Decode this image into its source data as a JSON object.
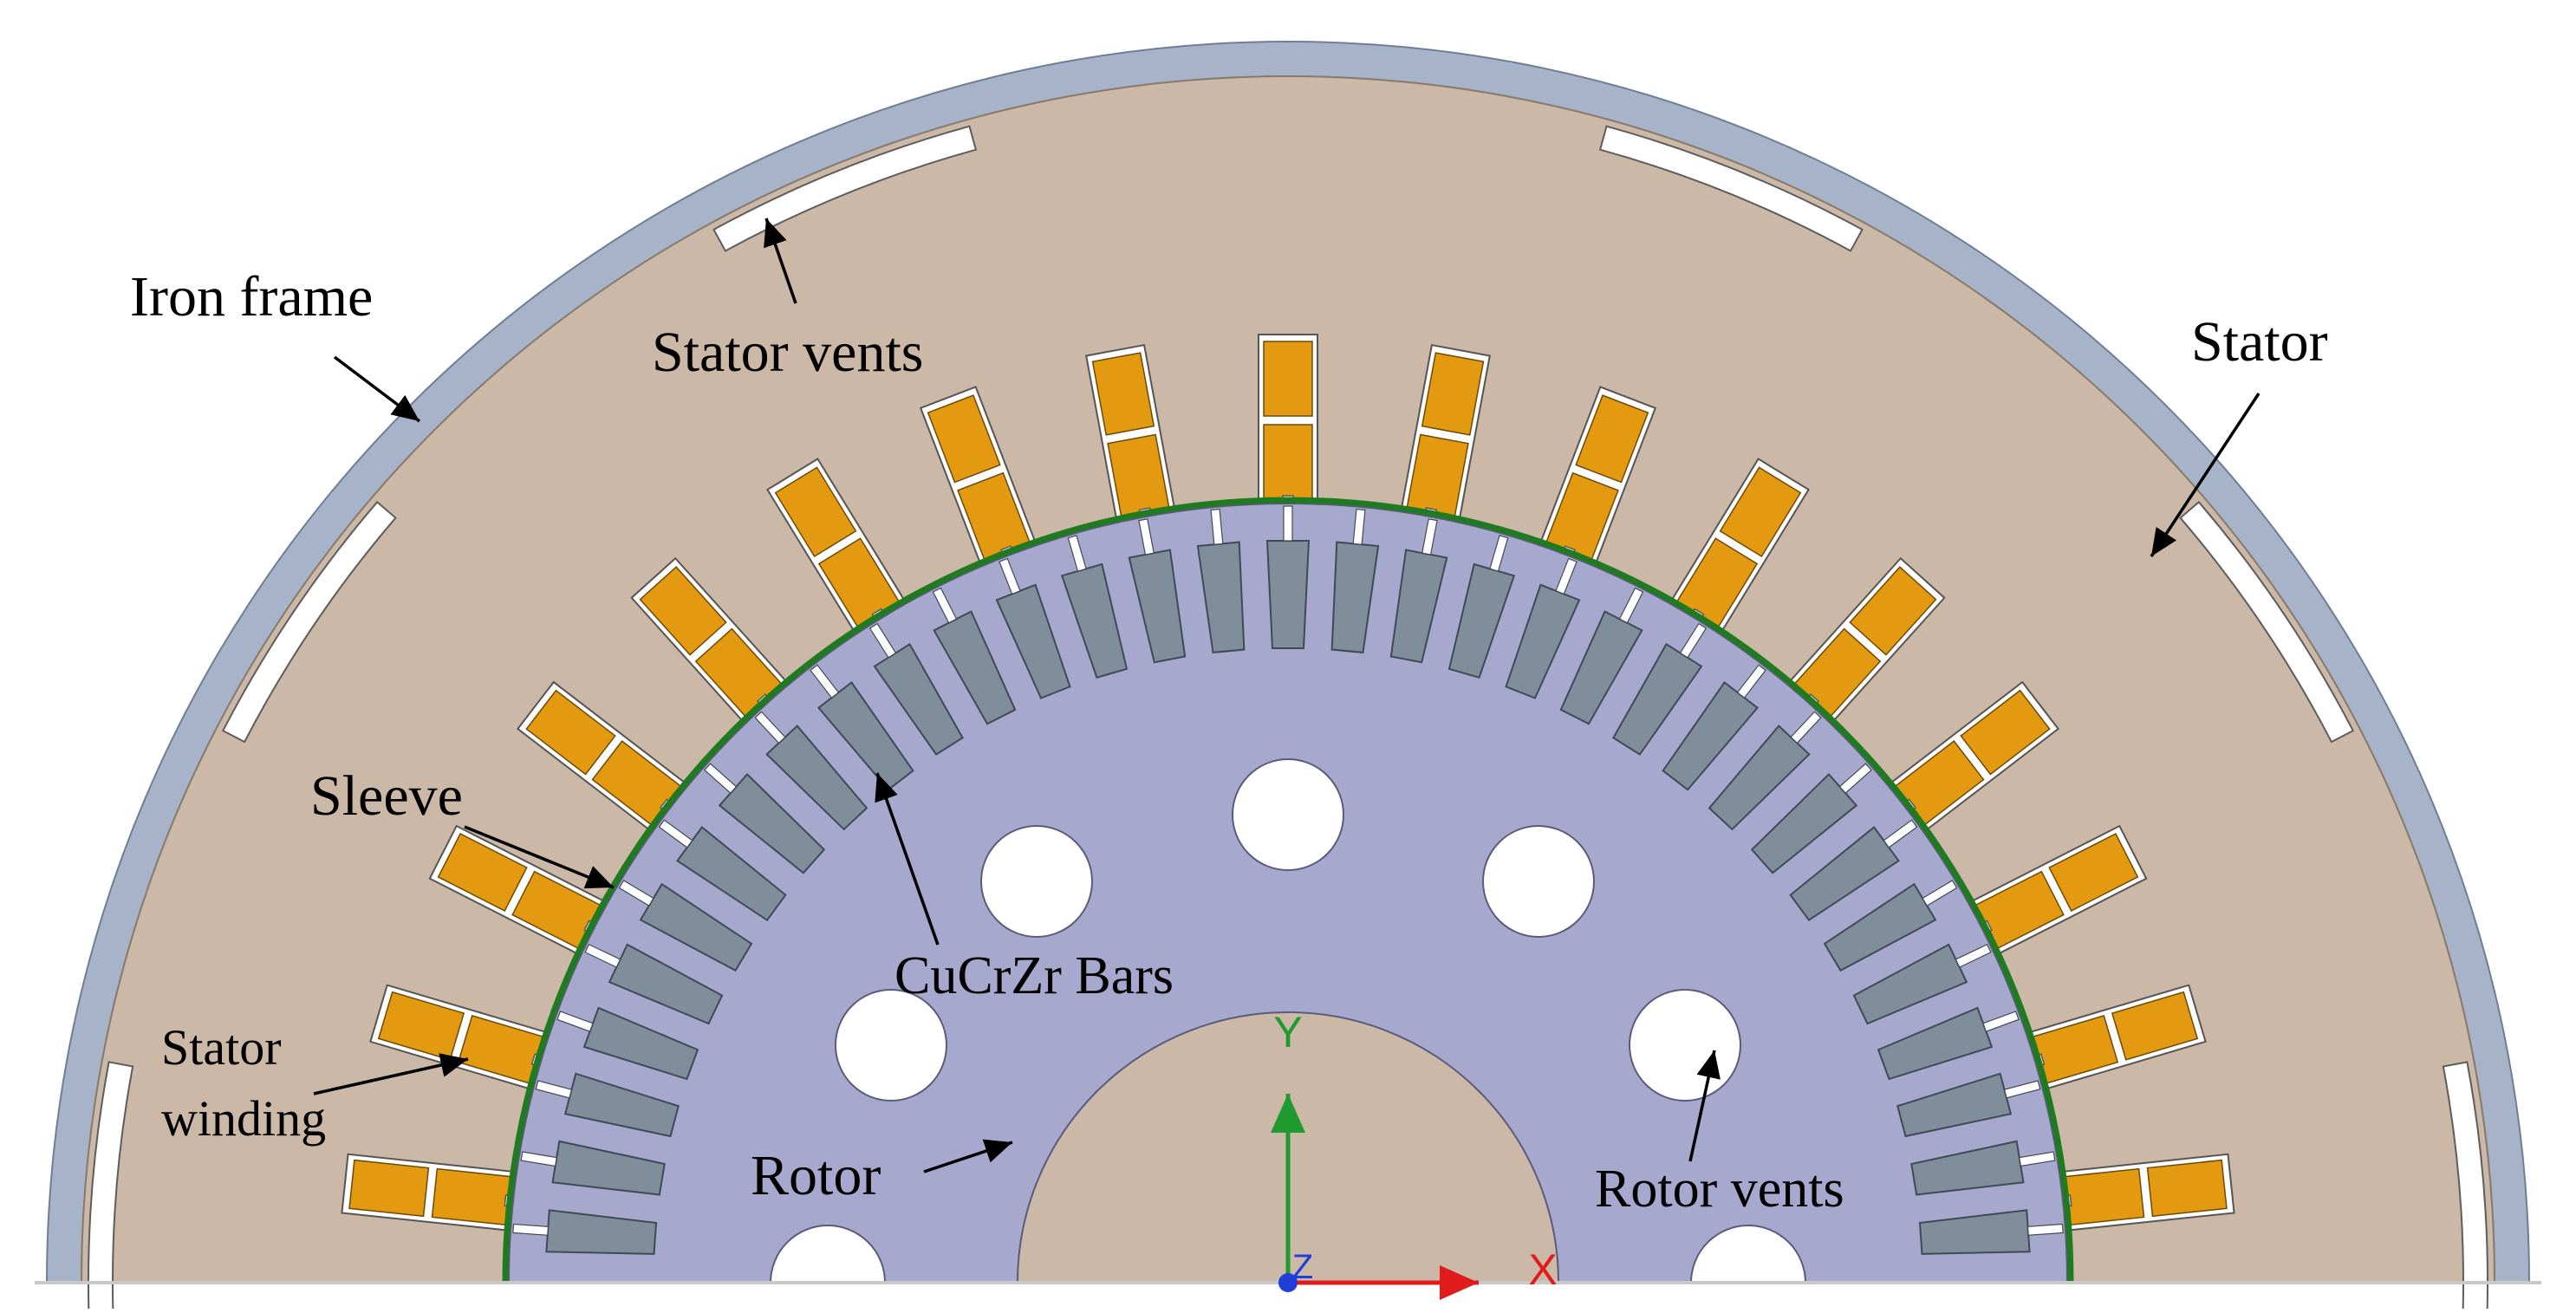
{
  "labels": {
    "iron_frame": "Iron frame",
    "stator_vents": "Stator vents",
    "stator": "Stator",
    "sleeve": "Sleeve",
    "cucrzr_bars": "CuCrZr Bars",
    "stator_winding_line1": "Stator",
    "stator_winding_line2": "winding",
    "rotor": "Rotor",
    "rotor_vents": "Rotor vents"
  },
  "axes": {
    "x": "X",
    "y": "Y",
    "z": "Z"
  },
  "components": {
    "stator_slot_count": 17,
    "rotor_bar_count": 33,
    "stator_vent_count": 6,
    "rotor_vent_count": 7
  },
  "colors": {
    "frame": "#a6b3c8",
    "stator": "#cbb8a6",
    "rotor": "#a7a8cd",
    "winding": "#e39a10",
    "bar": "#7f8e9a",
    "sleeve": "#1f7a22",
    "axis_x": "#e11b1b",
    "axis_y": "#1f9a2f",
    "axis_z": "#1f3fd8"
  }
}
